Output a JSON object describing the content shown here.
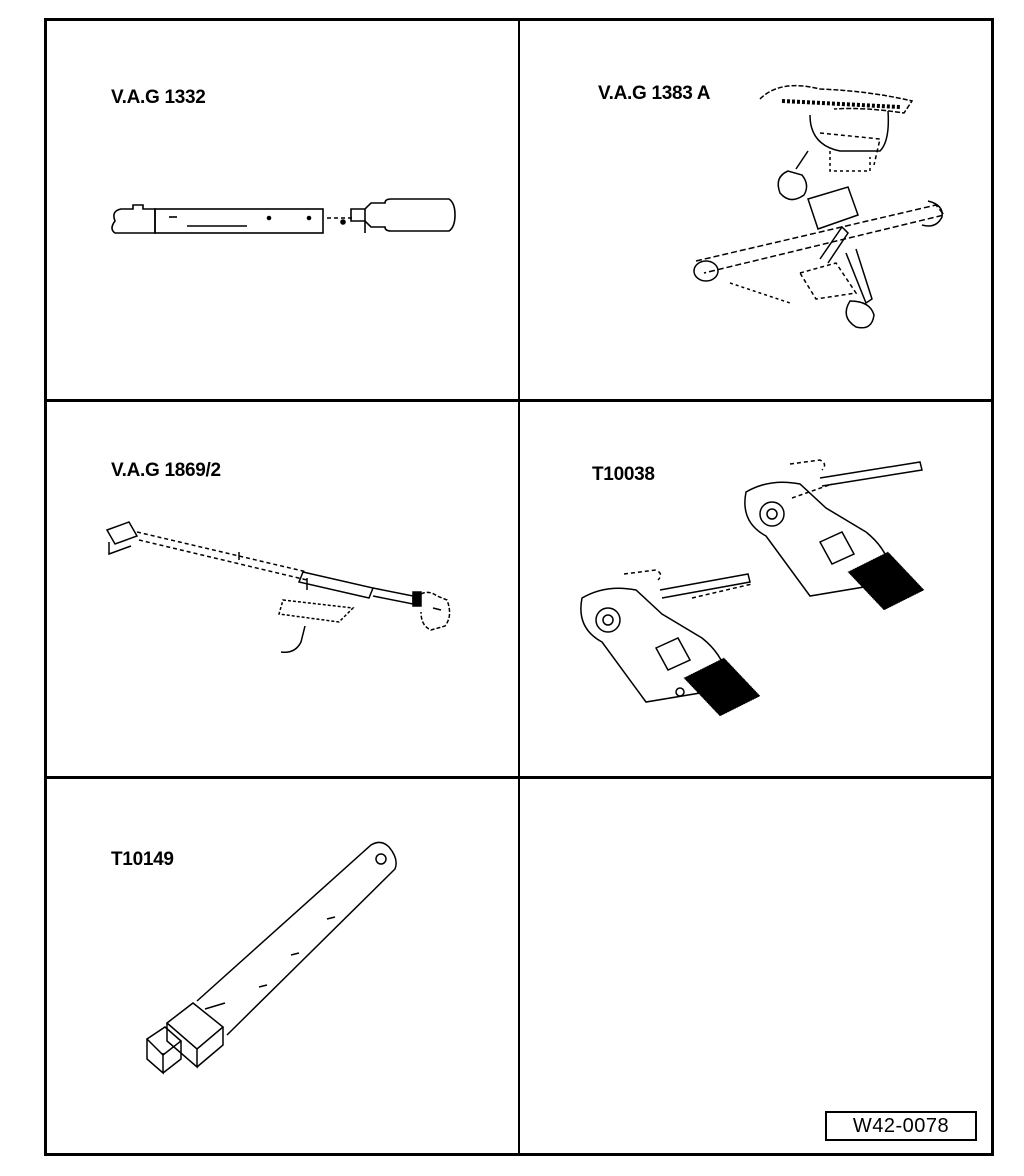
{
  "tools": [
    {
      "id": "vag1332",
      "label": "V.A.G 1332"
    },
    {
      "id": "vag1383a",
      "label": "V.A.G 1383 A"
    },
    {
      "id": "vag1869",
      "label": "V.A.G 1869/2"
    },
    {
      "id": "t10038",
      "label": "T10038"
    },
    {
      "id": "t10149",
      "label": "T10149"
    }
  ],
  "drawing_number": "W42-0078",
  "colors": {
    "ink": "#000000",
    "paper": "#ffffff"
  }
}
